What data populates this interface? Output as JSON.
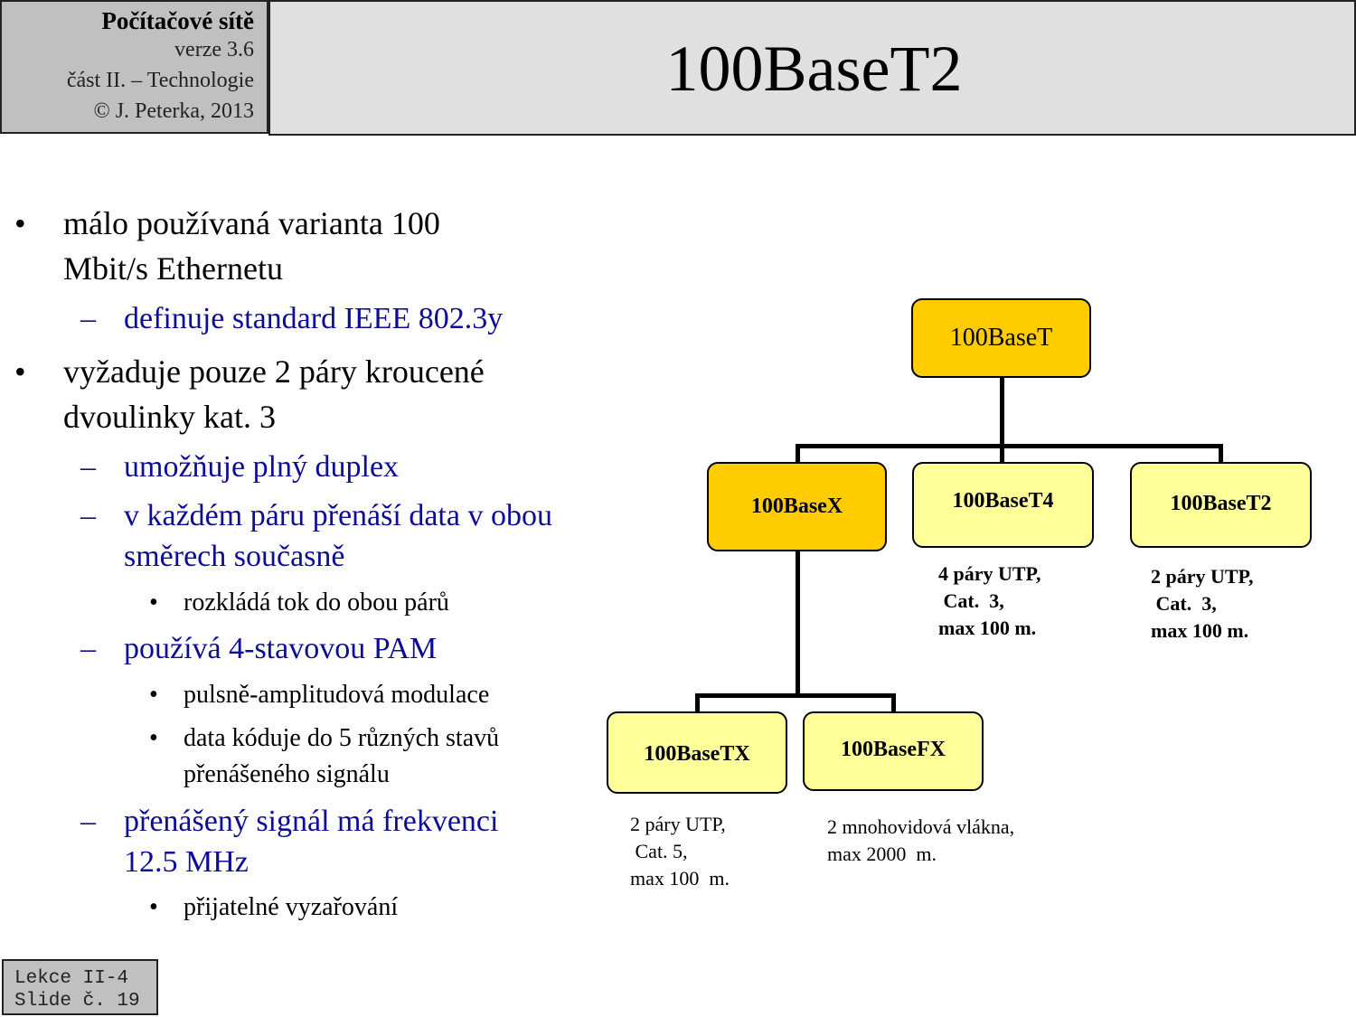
{
  "header": {
    "course": "Počítačové sítě",
    "version": "verze 3.6",
    "part": "část  II. –  Technologie",
    "copyright": "© J. Peterka,  2013",
    "title": "100BaseT2"
  },
  "bullets": [
    {
      "level": 1,
      "text1": "málo používaná varianta 100",
      "text2": "Mbit/s Ethernetu"
    },
    {
      "level": 2,
      "text": "definuje standard IEEE 802.3y"
    },
    {
      "level": 1,
      "text1": "vyžaduje pouze 2 páry kroucené",
      "text2": "dvoulinky kat. 3"
    },
    {
      "level": 2,
      "text": "umožňuje plný duplex"
    },
    {
      "level": 2,
      "text1": "v každém páru přenáší data v obou",
      "text2": "směrech současně"
    },
    {
      "level": 3,
      "text": "rozkládá tok do obou párů"
    },
    {
      "level": 2,
      "text": "používá 4-stavovou PAM"
    },
    {
      "level": 3,
      "text": "pulsně-amplitudová  modulace"
    },
    {
      "level": 3,
      "text1": "data kóduje do 5 různých  stavů",
      "text2": "přenášeného  signálu"
    },
    {
      "level": 2,
      "text1": "přenášený signál má  frekvenci",
      "text2": "12.5 MHz"
    },
    {
      "level": 3,
      "text": "přijatelné  vyzařování"
    }
  ],
  "markers": {
    "l1": "•",
    "l2": "–",
    "l3": "•"
  },
  "diagram": {
    "root": "100BaseT",
    "x": "100BaseX",
    "t4": "100BaseT4",
    "t2": "100BaseT2",
    "tx": "100BaseTX",
    "fx": "100BaseFX",
    "t4_note": "4 páry UTP,\n Cat.  3,\nmax 100 m.",
    "t2_note": "2 páry UTP,\n Cat.  3,\nmax 100 m.",
    "tx_note": "2 páry UTP,\n Cat. 5,\nmax 100  m.",
    "fx_note": "2 mnohovidová vlákna,\nmax 2000  m.",
    "colors": {
      "orange": "#ffcc00",
      "yellow": "#ffff99"
    }
  },
  "footer": {
    "line1": "Lekce II-4",
    "line2": "Slide č. 19"
  }
}
